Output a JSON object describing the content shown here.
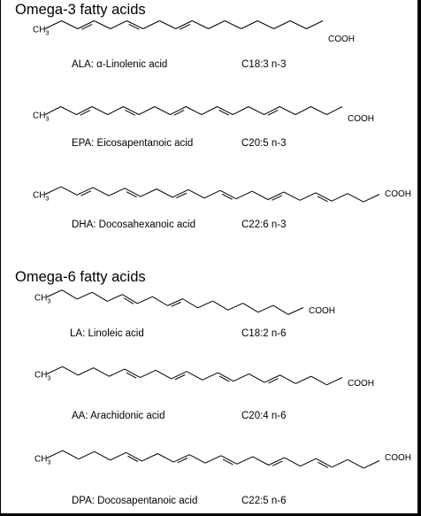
{
  "sections": [
    {
      "title": "Omega-3 fatty acids",
      "molecules": [
        {
          "label": "ALA: α-Linolenic acid",
          "formula": "C18:3 n-3",
          "carbons": 18,
          "double_bonds": [
            3,
            6,
            9
          ]
        },
        {
          "label": "EPA: Eicosapentanoic acid",
          "formula": "C20:5 n-3",
          "carbons": 20,
          "double_bonds": [
            3,
            6,
            9,
            12,
            15
          ]
        },
        {
          "label": "DHA: Docosahexanoic acid",
          "formula": "C22:6 n-3",
          "carbons": 22,
          "double_bonds": [
            3,
            6,
            9,
            12,
            15,
            18
          ]
        }
      ]
    },
    {
      "title": "Omega-6 fatty acids",
      "molecules": [
        {
          "label": "LA: Linoleic acid",
          "formula": "C18:2 n-6",
          "carbons": 18,
          "double_bonds": [
            6,
            9
          ]
        },
        {
          "label": "AA: Arachidonic acid",
          "formula": "C20:4 n-6",
          "carbons": 20,
          "double_bonds": [
            6,
            9,
            12,
            15
          ]
        },
        {
          "label": "DPA: Docosapentanoic acid",
          "formula": "C22:5 n-6",
          "carbons": 22,
          "double_bonds": [
            6,
            9,
            12,
            15,
            18
          ]
        }
      ]
    }
  ],
  "groups": {
    "methyl": "CH",
    "methyl_sub": "3",
    "carboxyl": "COOH"
  }
}
